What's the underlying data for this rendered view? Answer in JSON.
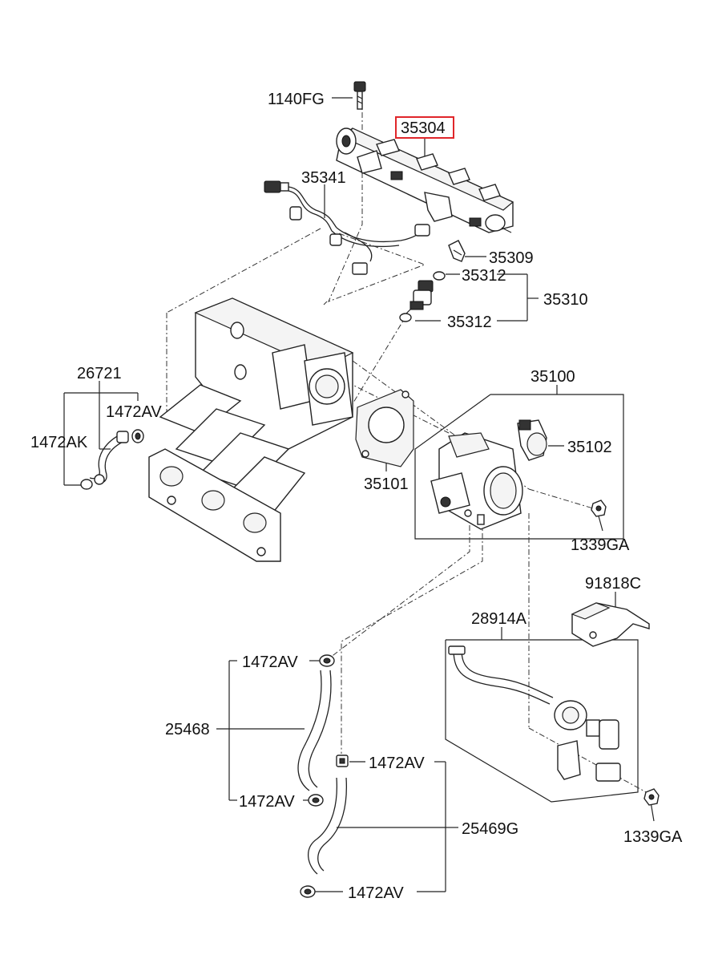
{
  "labels": {
    "bolt_1140FG": "1140FG",
    "fuel_rail_35304": "35304",
    "harness_35341": "35341",
    "clip_35309": "35309",
    "oring_35312_top": "35312",
    "injector_35310": "35310",
    "oring_35312_bottom": "35312",
    "hose_26721": "26721",
    "clamp_1472AV_a": "1472AV",
    "clamp_1472AK": "1472AK",
    "throttle_body_35100": "35100",
    "tps_35102": "35102",
    "gasket_35101": "35101",
    "nut_1339GA_a": "1339GA",
    "bracket_91818C": "91818C",
    "valve_28914A": "28914A",
    "clamp_1472AV_b": "1472AV",
    "hose_25468": "25468",
    "clamp_1472AV_c": "1472AV",
    "clamp_1472AV_d": "1472AV",
    "hose_25469G": "25469G",
    "clamp_1472AV_e": "1472AV",
    "nut_1339GA_b": "1339GA"
  },
  "highlight": {
    "part": "35304",
    "color": "#e0262a"
  }
}
